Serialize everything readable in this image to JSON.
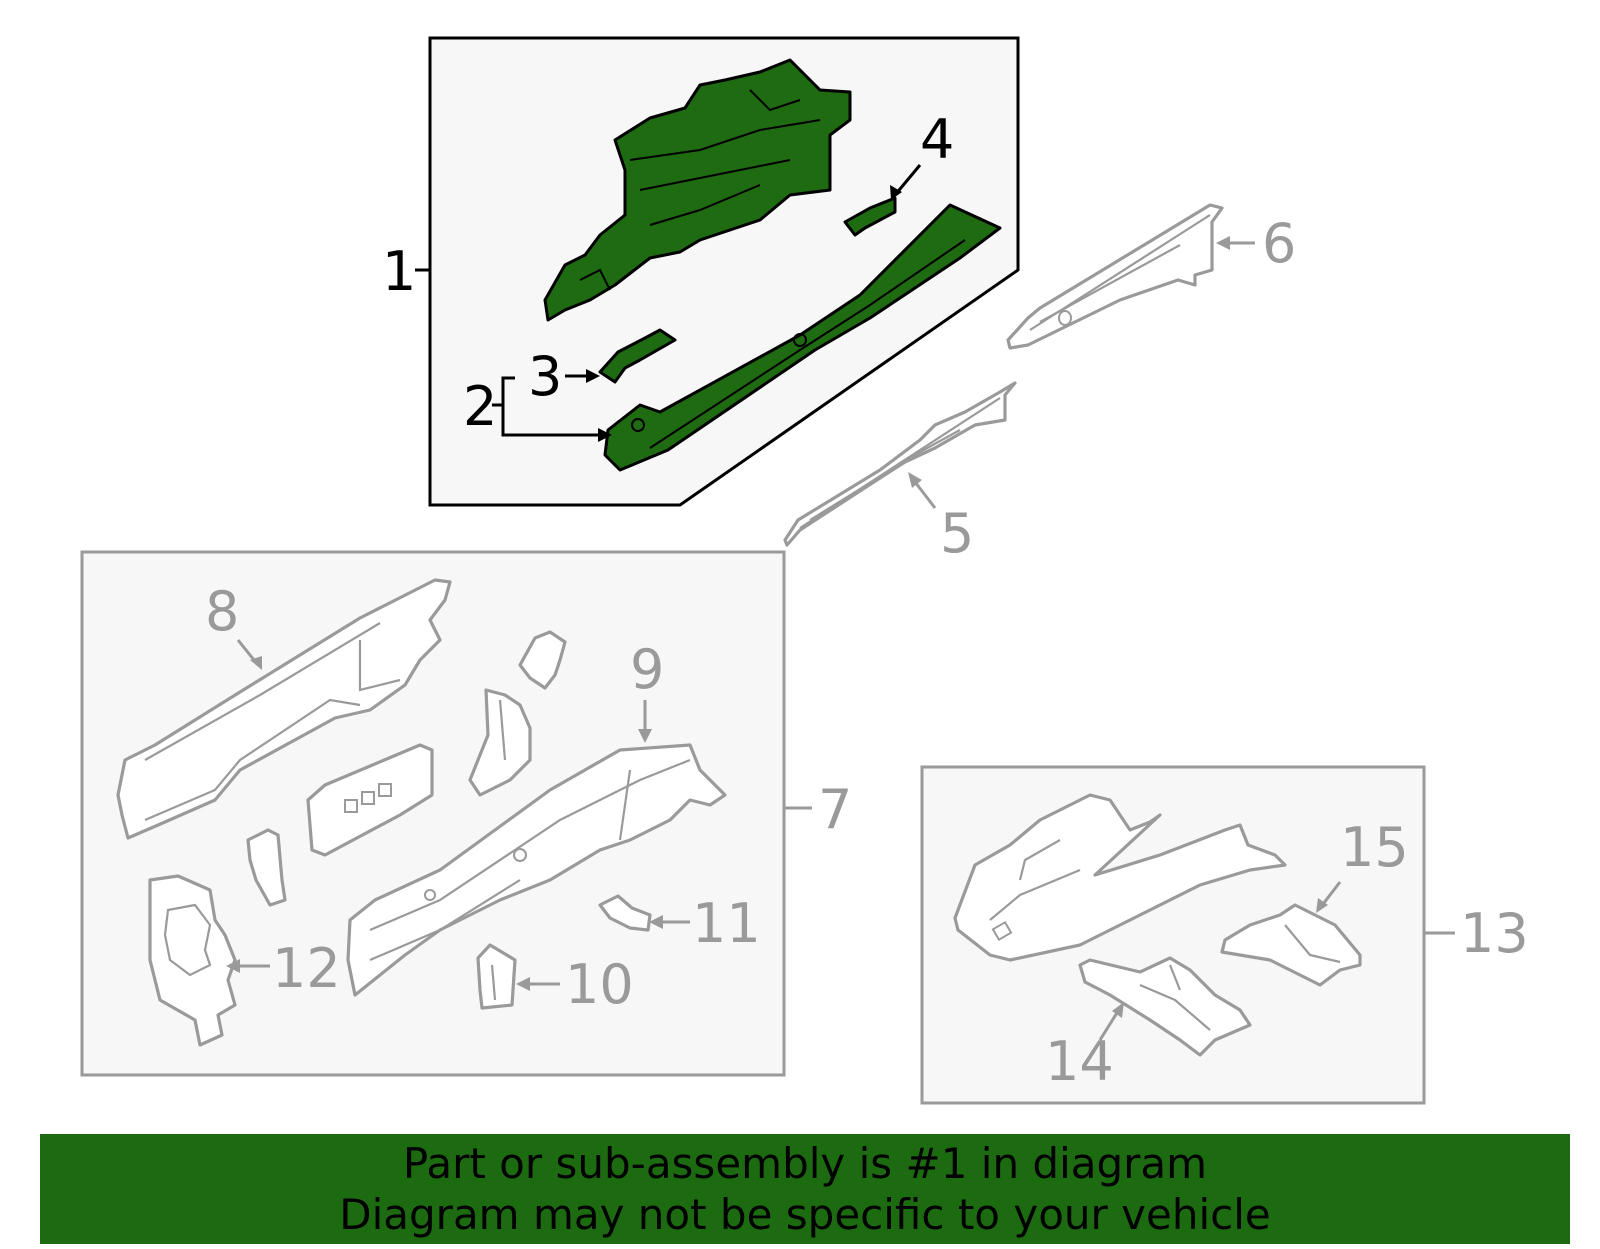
{
  "diagram": {
    "callouts": {
      "c1": "1",
      "c2": "2",
      "c3": "3",
      "c4": "4",
      "c5": "5",
      "c6": "6",
      "c7": "7",
      "c8": "8",
      "c9": "9",
      "c10": "10",
      "c11": "11",
      "c12": "12",
      "c13": "13",
      "c14": "14",
      "c15": "15"
    },
    "colors": {
      "highlight_part": "#1f6b12",
      "highlight_outline": "#000000",
      "other_parts": "#9a9a9a",
      "panel_fill": "#f7f7f7",
      "banner_background": "#1d6b10"
    },
    "highlighted_callout": "1"
  },
  "banner": {
    "line1": "Part or sub-assembly is #1 in diagram",
    "line2": "Diagram may not be specific to your vehicle"
  }
}
